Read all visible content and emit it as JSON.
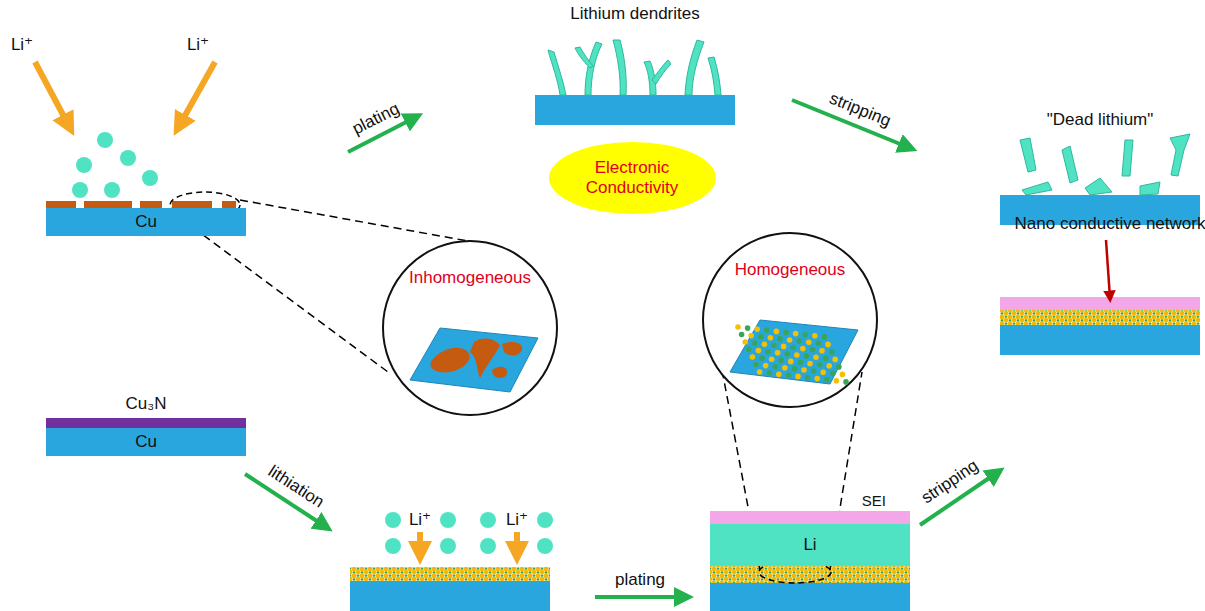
{
  "diagram": {
    "nodes": [
      {
        "text": [
          "Cu"
        ]
      },
      {
        "text": [
          "Electronic Conductivity"
        ]
      },
      {
        "text": [
          "Inhomogeneous"
        ]
      },
      {
        "text": [
          "Homogeneous"
        ]
      },
      {
        "text": [
          "Cu₃N"
        ]
      },
      {
        "text": [
          "Cu"
        ]
      },
      {
        "text": [
          "SEI"
        ]
      },
      {
        "text": [
          "Li"
        ]
      }
    ],
    "labels": [
      "Li⁺",
      "Li⁺",
      "Lithium dendrites",
      "plating",
      "stripping",
      "\"Dead lithium\"",
      "Nano conductive network",
      "lithiation",
      "Li⁺",
      "Li⁺",
      "plating",
      "stripping"
    ]
  }
}
